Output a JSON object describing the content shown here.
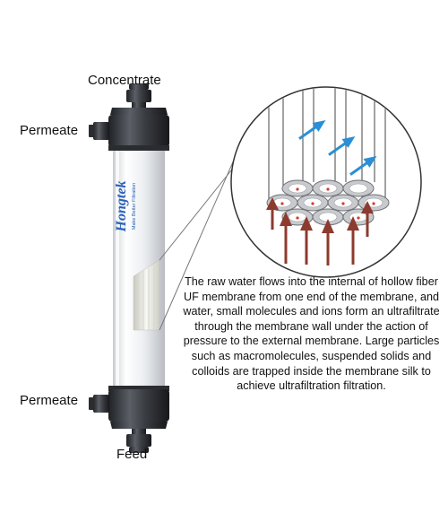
{
  "labels": {
    "concentrate": "Concentrate",
    "permeate_top": "Permeate",
    "permeate_bottom": "Permeate",
    "feed": "Feed"
  },
  "brand": {
    "name": "Hongtek",
    "tagline": "Make Better Filtration"
  },
  "description": "The raw water flows into the internal of hollow fiber UF membrane from one end of the membrane, and water, small molecules and ions form an ultrafiltrate through the membrane wall under the action of pressure to the external membrane. Large particles such as macromolecules, suspended solids and colloids are trapped inside the membrane silk to achieve ultrafiltration filtration.",
  "colors": {
    "housing": "#3a3d42",
    "tube": "#f1f2f4",
    "feed_arrow": "#8c3b2e",
    "permeate_arrow": "#2a8fd6",
    "brand_blue": "#2a62b8",
    "fiber_ring": "#a5a7ab"
  }
}
